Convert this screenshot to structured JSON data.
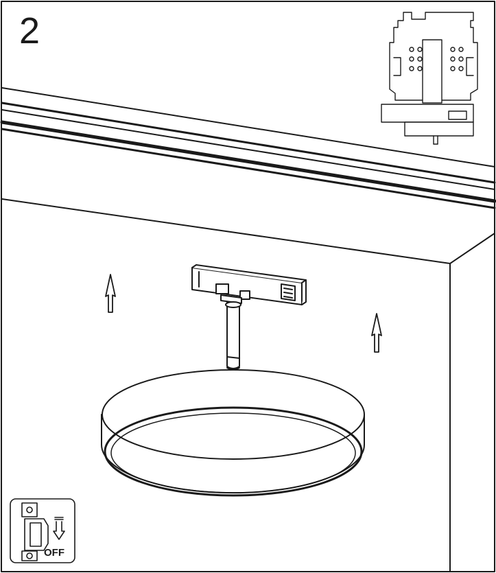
{
  "step": {
    "number": "2"
  },
  "switch_badge": {
    "label": "OFF"
  },
  "icons": {
    "up_arrow": "up-arrow-icon",
    "power_off": "power-off-switch-icon",
    "track_profile": "track-profile-detail"
  },
  "colors": {
    "ink": "#1a1a1a",
    "background": "#ffffff"
  }
}
